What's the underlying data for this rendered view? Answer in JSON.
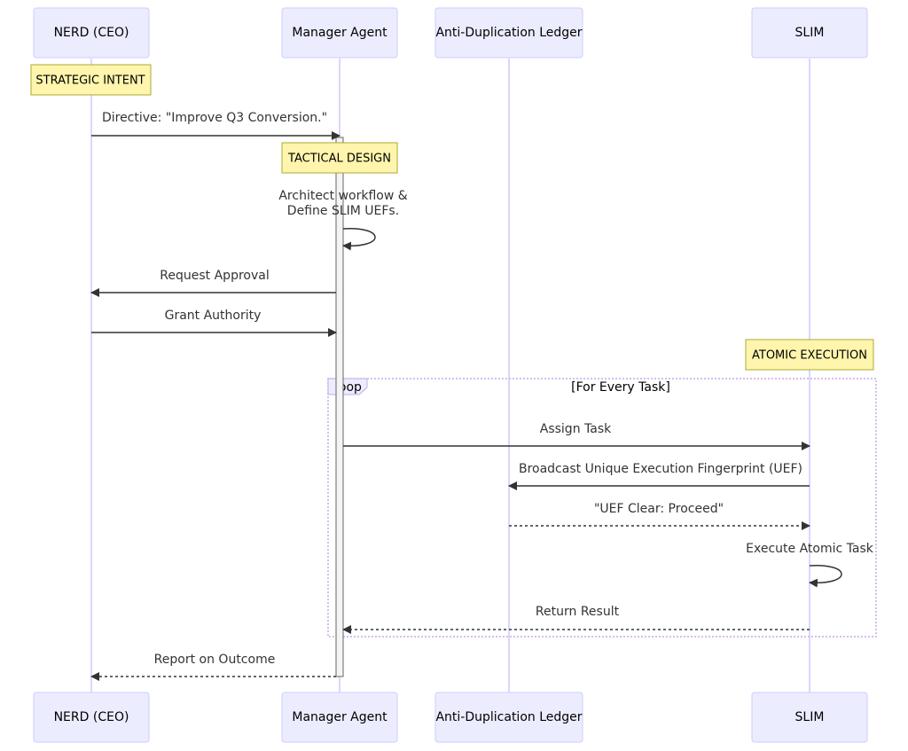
{
  "actors": [
    {
      "id": "nerd",
      "label": "NERD (CEO)"
    },
    {
      "id": "manager",
      "label": "Manager Agent"
    },
    {
      "id": "ledger",
      "label": "Anti-Duplication Ledger"
    },
    {
      "id": "slim",
      "label": "SLIM"
    }
  ],
  "notes": [
    {
      "text": "STRATEGIC INTENT",
      "over": "nerd"
    },
    {
      "text": "TACTICAL DESIGN",
      "over": "manager"
    },
    {
      "text": "ATOMIC EXECUTION",
      "over": "slim"
    }
  ],
  "messages": [
    {
      "from": "nerd",
      "to": "manager",
      "lines": [
        "Directive: \"Improve Q3 Conversion.\""
      ],
      "style": "solid"
    },
    {
      "from": "manager",
      "to": "manager",
      "lines": [
        "Architect workflow &",
        "Define SLIM UEFs."
      ],
      "style": "solid"
    },
    {
      "from": "manager",
      "to": "nerd",
      "lines": [
        "Request Approval"
      ],
      "style": "solid"
    },
    {
      "from": "nerd",
      "to": "manager",
      "lines": [
        "Grant Authority"
      ],
      "style": "solid"
    },
    {
      "from": "manager",
      "to": "slim",
      "lines": [
        "Assign Task"
      ],
      "style": "solid"
    },
    {
      "from": "slim",
      "to": "ledger",
      "lines": [
        "Broadcast Unique Execution Fingerprint (UEF)"
      ],
      "style": "solid"
    },
    {
      "from": "ledger",
      "to": "slim",
      "lines": [
        "\"UEF Clear: Proceed\""
      ],
      "style": "dashed"
    },
    {
      "from": "slim",
      "to": "slim",
      "lines": [
        "Execute Atomic Task"
      ],
      "style": "solid"
    },
    {
      "from": "slim",
      "to": "manager",
      "lines": [
        "Return Result"
      ],
      "style": "dashed"
    },
    {
      "from": "manager",
      "to": "nerd",
      "lines": [
        "Report on Outcome"
      ],
      "style": "dashed"
    }
  ],
  "loop": {
    "label": "loop",
    "condition": "[For Every Task]"
  }
}
